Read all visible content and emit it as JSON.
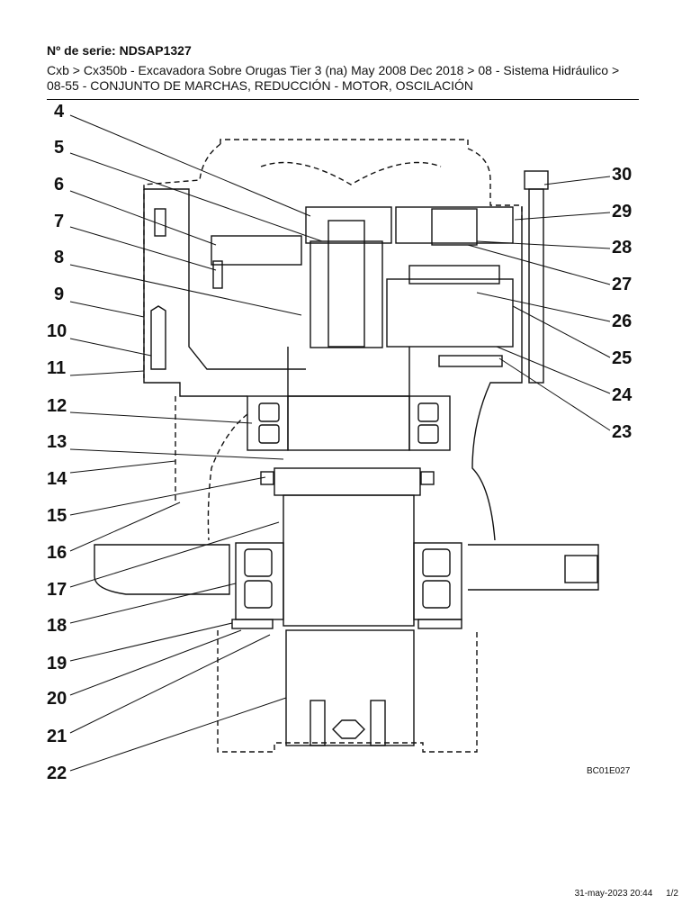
{
  "header": {
    "serial": "Nº de serie: NDSAP1327",
    "breadcrumb": "Cxb > Cx350b - Excavadora Sobre Orugas Tier 3 (na) May 2008 Dec 2018 > 08 - Sistema Hidráulico > 08-55 - CONJUNTO DE MARCHAS, REDUCCIÓN - MOTOR, OSCILACIÓN"
  },
  "diagram": {
    "callouts_left": [
      "4",
      "5",
      "6",
      "7",
      "8",
      "9",
      "10",
      "11",
      "12",
      "13",
      "14",
      "15",
      "16",
      "17",
      "18",
      "19",
      "20",
      "21",
      "22"
    ],
    "callouts_right": [
      "30",
      "29",
      "28",
      "27",
      "26",
      "25",
      "24",
      "23"
    ],
    "drawing_code": "BC01E027"
  },
  "footer": {
    "datetime": "31-may-2023 20:44",
    "page": "1/2"
  }
}
